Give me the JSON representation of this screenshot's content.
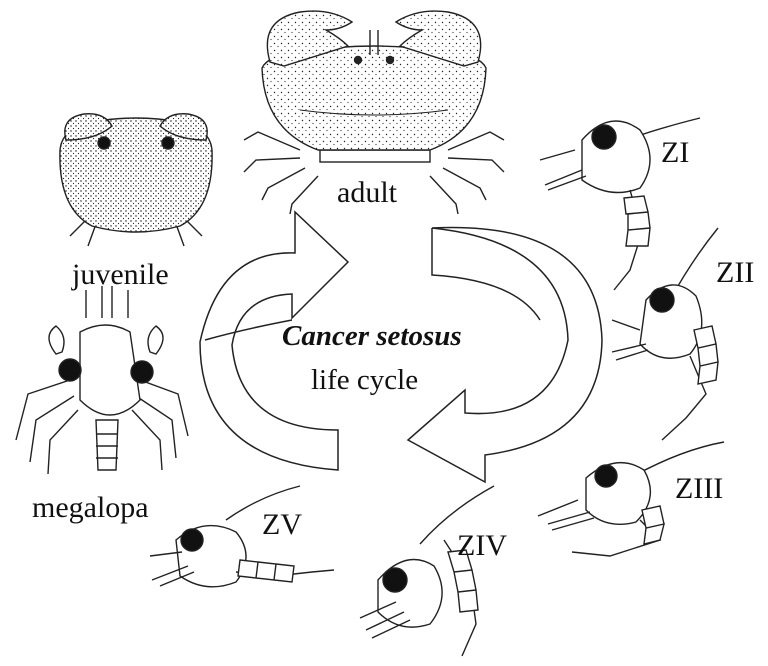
{
  "title": {
    "species": "Cancer setosus",
    "subtitle": "life cycle"
  },
  "stages": {
    "adult": "adult",
    "juvenile": "juvenile",
    "megalopa": "megalopa",
    "zoea_1": "ZI",
    "zoea_2": "ZII",
    "zoea_3": "ZIII",
    "zoea_4": "ZIV",
    "zoea_5": "ZV"
  },
  "cycle": [
    "ZI",
    "ZII",
    "ZIII",
    "ZIV",
    "ZV",
    "megalopa",
    "juvenile",
    "adult"
  ]
}
